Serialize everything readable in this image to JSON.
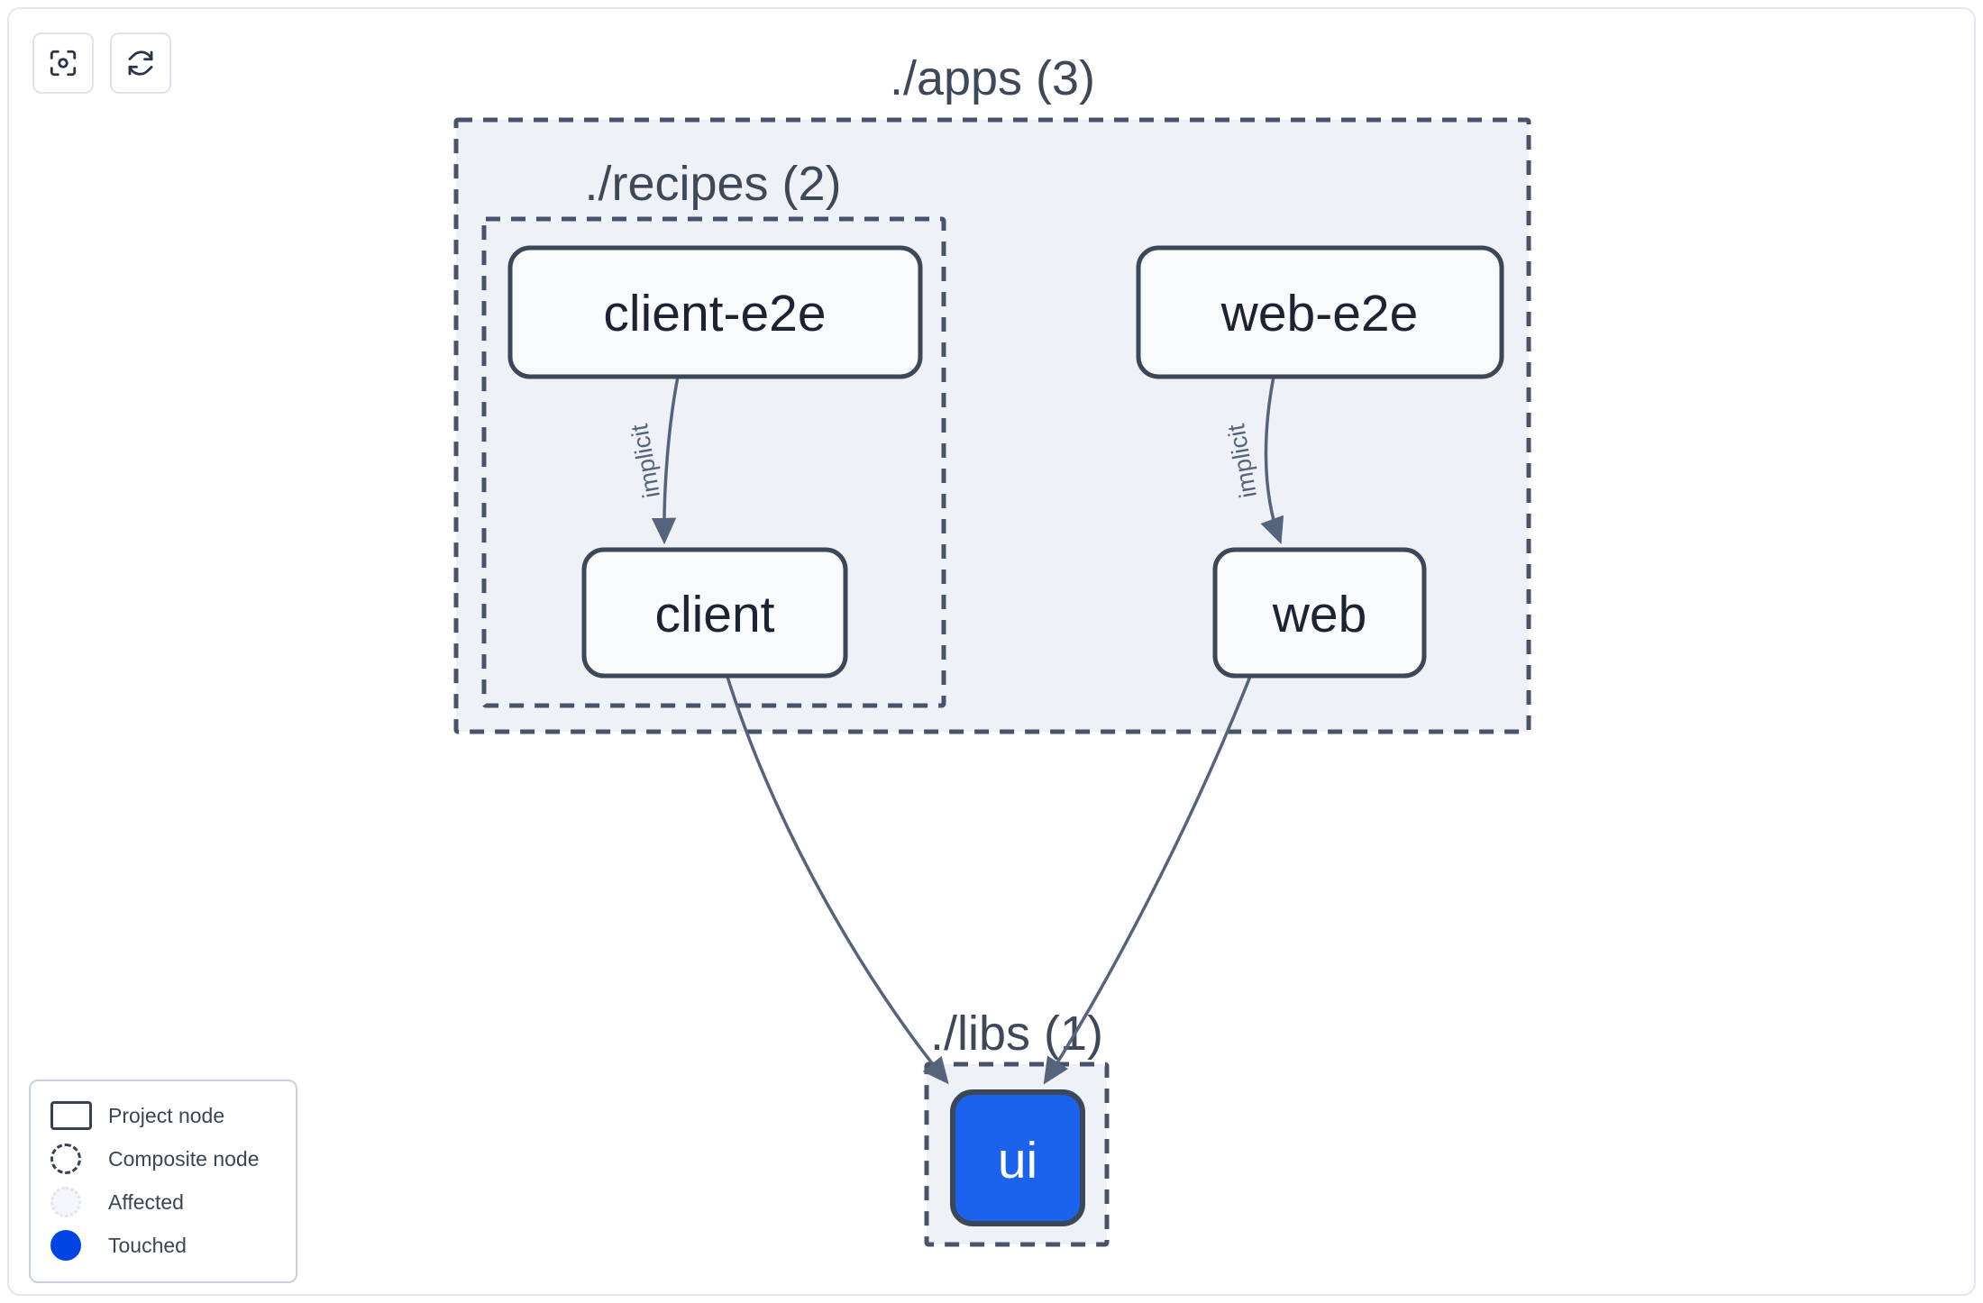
{
  "toolbar": {
    "buttons": [
      {
        "name": "focus-graph-button",
        "icon": "focus-target-icon",
        "label": "Focus graph"
      },
      {
        "name": "refresh-graph-button",
        "icon": "refresh-icon",
        "label": "Refresh graph"
      }
    ]
  },
  "legend": {
    "items": [
      {
        "swatch": "project-node-swatch",
        "label": "Project node"
      },
      {
        "swatch": "composite-node-swatch",
        "label": "Composite node"
      },
      {
        "swatch": "affected-swatch",
        "label": "Affected"
      },
      {
        "swatch": "touched-swatch",
        "label": "Touched"
      }
    ]
  },
  "colors": {
    "touched": "#0044e4",
    "touched_node_fill": "#1b63ed",
    "group_fill": "#eef1f6",
    "group_stroke": "#46536b",
    "node_fill": "#f9fafb",
    "node_stroke": "#3c4758",
    "edge_stroke": "#55637d",
    "text": "#1c2333",
    "frame_border": "#e3e7ee"
  },
  "graph": {
    "groups": [
      {
        "id": "apps",
        "label": "./apps (3)",
        "count": 3
      },
      {
        "id": "recipes",
        "label": "./recipes (2)",
        "count": 2
      },
      {
        "id": "libs",
        "label": "./libs (1)",
        "count": 1
      }
    ],
    "nodes": [
      {
        "id": "client-e2e",
        "label": "client-e2e",
        "group": "recipes",
        "state": "normal"
      },
      {
        "id": "client",
        "label": "client",
        "group": "recipes",
        "state": "normal"
      },
      {
        "id": "web-e2e",
        "label": "web-e2e",
        "group": "apps",
        "state": "normal"
      },
      {
        "id": "web",
        "label": "web",
        "group": "apps",
        "state": "normal"
      },
      {
        "id": "ui",
        "label": "ui",
        "group": "libs",
        "state": "touched"
      }
    ],
    "edges": [
      {
        "from": "client-e2e",
        "to": "client",
        "label": "implicit"
      },
      {
        "from": "web-e2e",
        "to": "web",
        "label": "implicit"
      },
      {
        "from": "client",
        "to": "ui",
        "label": ""
      },
      {
        "from": "web",
        "to": "ui",
        "label": ""
      }
    ]
  }
}
